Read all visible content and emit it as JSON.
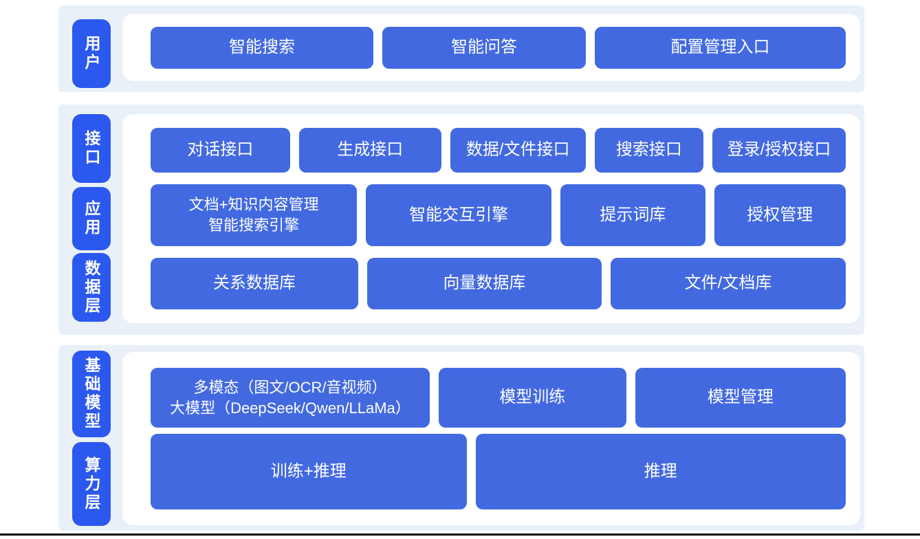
{
  "colors": {
    "band_background": "#EAF0F8",
    "block_blue": "#4269E0",
    "pill_blue": "#2B58EE",
    "card_white": "#FFFFFF",
    "text_white": "#FFFFFF",
    "divider_black": "#0A0A0A"
  },
  "layers": [
    {
      "name": "user-layer",
      "labels": [
        {
          "text": "用户"
        }
      ],
      "rows": [
        {
          "buttons": [
            {
              "label": "智能搜索"
            },
            {
              "label": "智能问答"
            },
            {
              "label": "配置管理入口"
            }
          ]
        }
      ]
    },
    {
      "name": "interface-application-data-layer",
      "labels": [
        {
          "text": "接口"
        },
        {
          "text": "应用"
        },
        {
          "text": "数据层"
        }
      ],
      "rows": [
        {
          "buttons": [
            {
              "label": "对话接口"
            },
            {
              "label": "生成接口"
            },
            {
              "label": "数据/文件接口"
            },
            {
              "label": "搜索接口"
            },
            {
              "label": "登录/授权接口"
            }
          ]
        },
        {
          "buttons": [
            {
              "line1": "文档+知识内容管理",
              "line2": "智能搜索引擎"
            },
            {
              "label": "智能交互引擎"
            },
            {
              "label": "提示词库"
            },
            {
              "label": "授权管理"
            }
          ]
        },
        {
          "buttons": [
            {
              "label": "关系数据库"
            },
            {
              "label": "向量数据库"
            },
            {
              "label": "文件/文档库"
            }
          ]
        }
      ]
    },
    {
      "name": "foundation-compute-layer",
      "labels": [
        {
          "text": "基础模型"
        },
        {
          "text": "算力层"
        }
      ],
      "rows": [
        {
          "buttons": [
            {
              "line1": "多模态（图文/OCR/音视频）",
              "line2": "大模型（DeepSeek/Qwen/LLaMa）"
            },
            {
              "label": "模型训练"
            },
            {
              "label": "模型管理"
            }
          ]
        },
        {
          "buttons": [
            {
              "label": "训练+推理"
            },
            {
              "label": "推理"
            }
          ]
        }
      ]
    }
  ]
}
